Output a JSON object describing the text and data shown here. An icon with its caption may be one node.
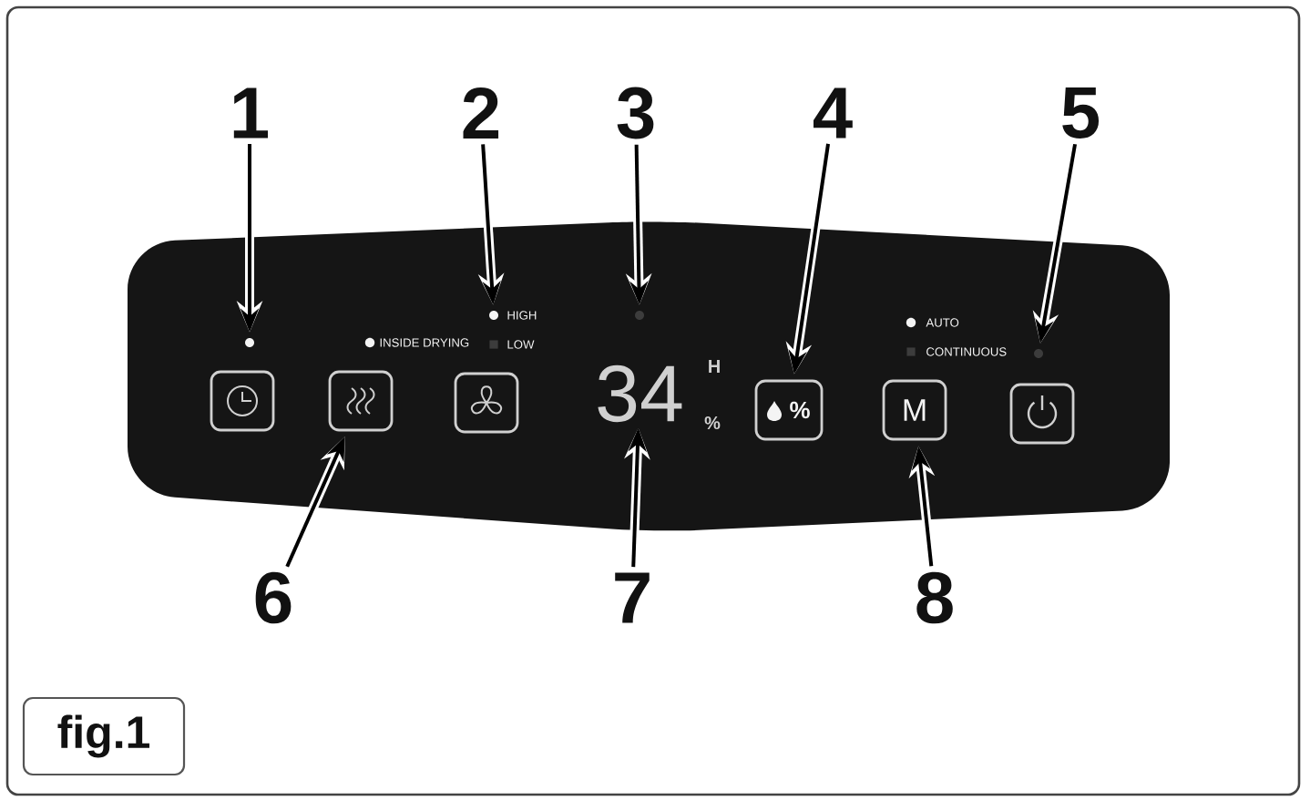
{
  "diagram": {
    "nodes": [
      {
        "text": [],
        "shape": "box"
      },
      {
        "text": [
          "1"
        ]
      },
      {
        "text": [
          "2"
        ]
      },
      {
        "text": [
          "3"
        ]
      },
      {
        "text": [
          "4"
        ]
      },
      {
        "text": [
          "5"
        ]
      },
      {
        "text": [],
        "shape": "circle",
        "in": 0
      },
      {
        "text": [],
        "shape": "circle",
        "in": 0
      },
      {
        "text": [],
        "shape": "circle",
        "in": 0
      },
      {
        "text": [],
        "shape": "circle",
        "in": 0
      },
      {
        "text": [],
        "shape": "box",
        "in": 0
      },
      {
        "text": [],
        "shape": "box",
        "in": 0
      },
      {
        "text": [],
        "shape": "box",
        "in": 0
      },
      {
        "text": [
          "34",
          "H",
          "%"
        ],
        "in": 0
      },
      {
        "text": [
          "%"
        ],
        "in": 0
      },
      {
        "text": [
          "M"
        ],
        "in": 0
      },
      {
        "text": [],
        "shape": "box",
        "in": 0
      },
      {
        "text": [
          "6"
        ]
      },
      {
        "text": [
          "7"
        ]
      },
      {
        "text": [
          "8"
        ]
      },
      {
        "text": [
          "fig.1"
        ]
      }
    ],
    "edges": [
      {
        "from": 1,
        "to": 6,
        "arrow": "to"
      },
      {
        "from": 2,
        "to": 7,
        "arrow": "to"
      },
      {
        "from": 3,
        "to": 8,
        "arrow": "to"
      },
      {
        "from": 4,
        "to": 14,
        "arrow": "to"
      },
      {
        "from": 5,
        "to": 9,
        "arrow": "to"
      },
      {
        "from": 17,
        "to": 11,
        "arrow": "to"
      },
      {
        "from": 18,
        "to": 13,
        "arrow": "to"
      },
      {
        "from": 19,
        "to": 15,
        "arrow": "to"
      }
    ],
    "labels": [
      "INSIDE DRYING",
      "HIGH",
      "LOW",
      "AUTO",
      "CONTINUOUS"
    ]
  }
}
